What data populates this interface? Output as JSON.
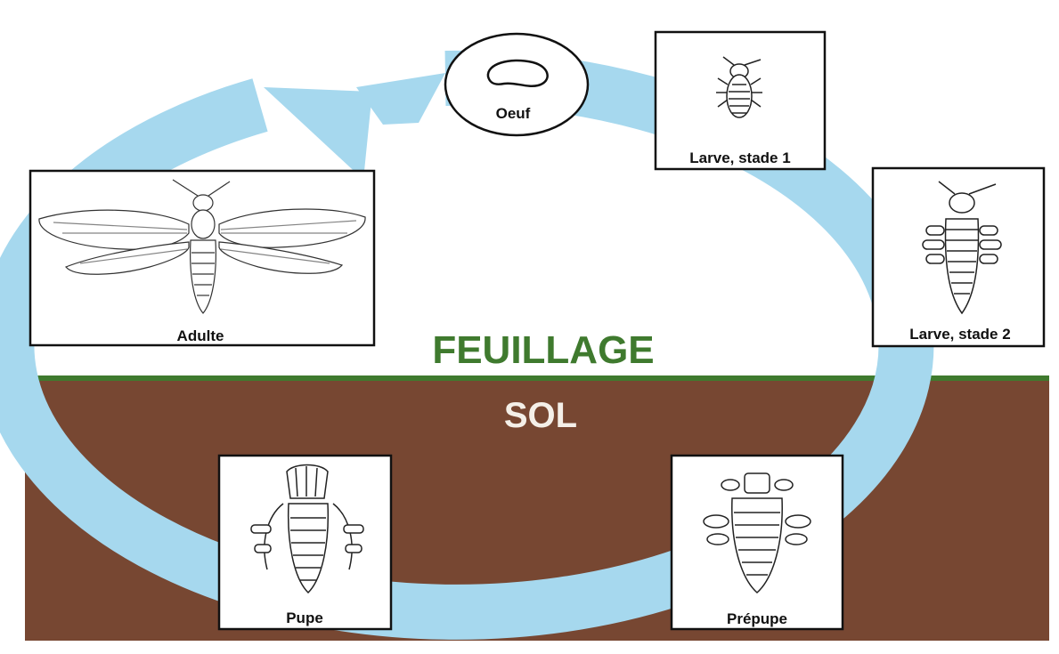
{
  "zones": {
    "foliage_label": "FEUILLAGE",
    "soil_label": "SOL"
  },
  "stages": {
    "egg": "Oeuf",
    "larva1": "Larve, stade 1",
    "larva2": "Larve, stade 2",
    "prepupa": "Prépupe",
    "pupa": "Pupe",
    "adult": "Adulte"
  },
  "colors": {
    "cycle_arrow": "#a6d8ee",
    "soil": "#7a4a34",
    "grass_line": "#3f7a2e",
    "foliage_text": "#3f7a2e",
    "soil_text": "#f4efe8"
  },
  "icons": {
    "egg": "egg-icon",
    "larva": "larva-icon",
    "prepupa": "prepupa-icon",
    "pupa": "pupa-icon",
    "adult": "lacewing-adult-icon"
  }
}
